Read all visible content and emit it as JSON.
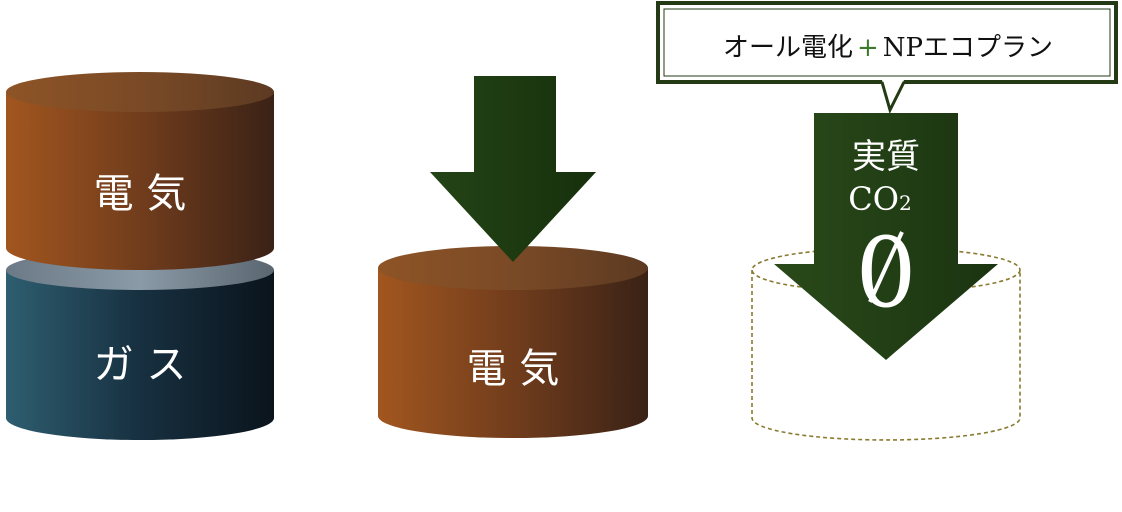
{
  "stack": {
    "top_label": "電 気",
    "bottom_label": "ガ ス"
  },
  "single": {
    "label": "電 気"
  },
  "callout": {
    "text_before": "オール電化",
    "plus": "+",
    "text_after": "NPエコプラン"
  },
  "arrow_right": {
    "line1": "実質",
    "line2_main": "CO",
    "line2_sub": "2",
    "value": "0"
  },
  "colors": {
    "electric_top": "#8a5028",
    "electric_body_left": "#9a5220",
    "electric_body_right": "#3e2416",
    "gas_body_left": "#2f5a6a",
    "gas_body_right": "#0c1620",
    "arrow_dark": "#1f3a12",
    "callout_border": "#233a14",
    "dashed_outline": "#8a7a30",
    "plus_color": "#3a7a2a"
  }
}
